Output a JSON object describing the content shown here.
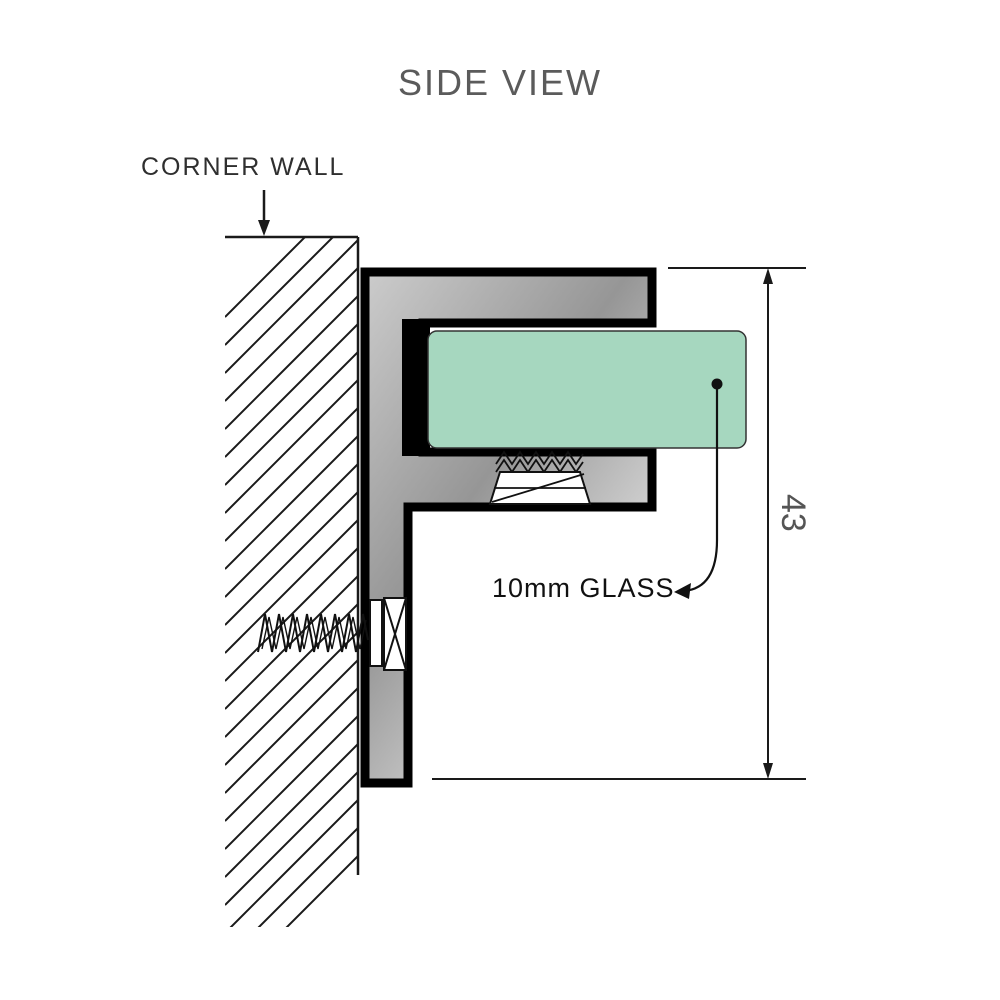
{
  "title": "SIDE VIEW",
  "diagram": {
    "wall_label": "CORNER WALL",
    "glass_label": "10mm GLASS",
    "dimension_value": "43"
  },
  "colors": {
    "glass_fill": "#a6d7bf",
    "metal_light": "#cccccc",
    "metal_dark": "#969696",
    "outline": "#000000",
    "title_text": "#5b5b5b",
    "label_text": "#2f2f2f",
    "dimension_text": "#555555"
  }
}
